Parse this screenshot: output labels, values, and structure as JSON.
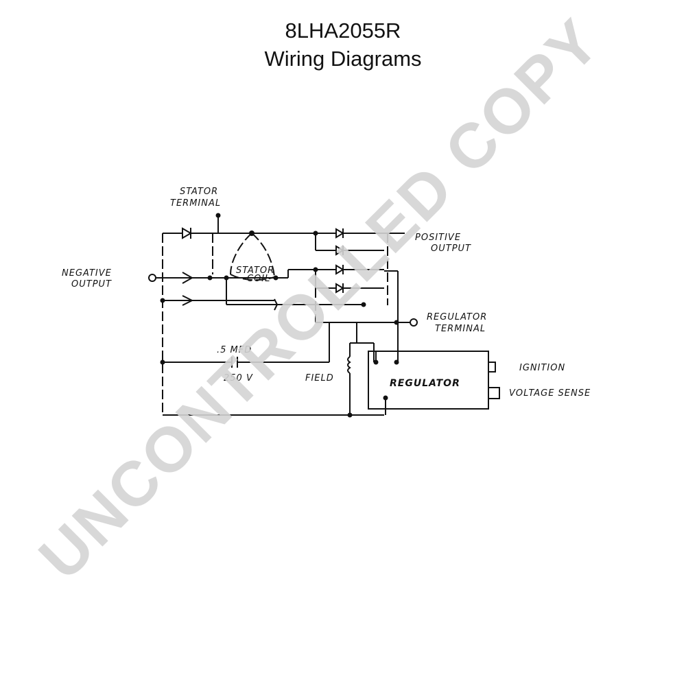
{
  "header": {
    "model": "8LHA2055R",
    "subtitle": "Wiring Diagrams"
  },
  "watermark": {
    "text": "UNCONTROLLED COPY",
    "color": "#d4d4d4"
  },
  "labels": {
    "stator_terminal_1": "STATOR",
    "stator_terminal_2": "TERMINAL",
    "positive_output_1": "POSITIVE",
    "positive_output_2": "OUTPUT",
    "negative_output_1": "NEGATIVE",
    "negative_output_2": "OUTPUT",
    "stator_coil_1": "STATOR",
    "stator_coil_2": "COIL",
    "regulator_terminal_1": "REGULATOR",
    "regulator_terminal_2": "TERMINAL",
    "capacitor_value": ".5 MFD",
    "capacitor_voltage": "250 V",
    "field": "FIELD",
    "regulator": "REGULATOR",
    "ignition": "IGNITION",
    "voltage_sense": "VOLTAGE SENSE"
  }
}
